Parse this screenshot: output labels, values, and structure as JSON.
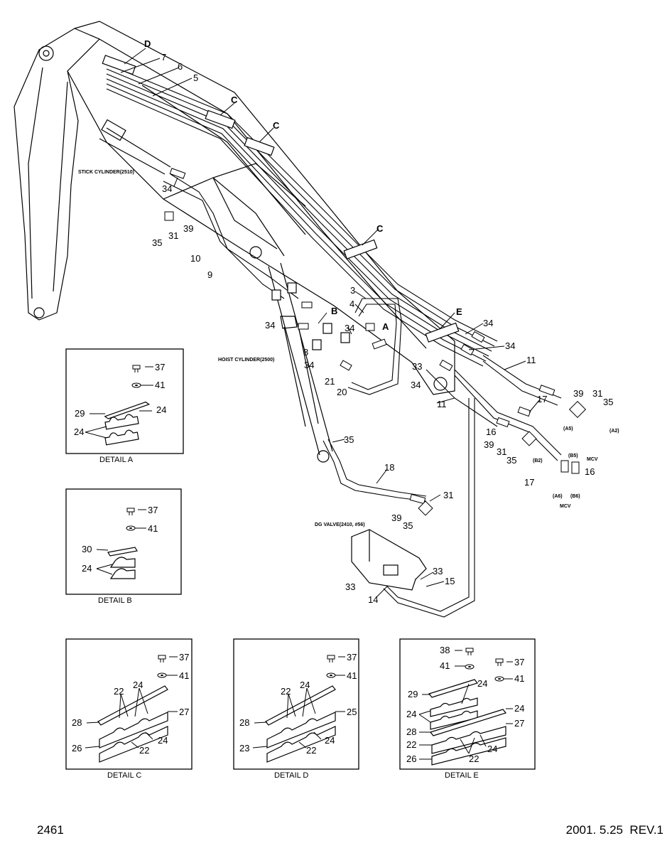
{
  "footer": {
    "page_number": "2461",
    "date_revision": "2001. 5.25  REV.1"
  },
  "annotations": {
    "stick_cylinder": "STICK CYLINDER(2510)",
    "hoist_cylinder": "HOIST CYLINDER(2500)",
    "dg_valve": "DG VALVE(2410, #56)",
    "mcv_1": "MCV",
    "mcv_2": "MCV",
    "a5": "(A5)",
    "b5": "(B5)",
    "a2": "(A2)",
    "b2": "(B2)",
    "a6": "(A6)",
    "b6": "(B6)"
  },
  "callouts": {
    "D": "D",
    "C1": "C",
    "C2": "C",
    "C3": "C",
    "A": "A",
    "B": "B",
    "E": "E",
    "n7": "7",
    "n6": "6",
    "n5": "5",
    "n34a": "34",
    "n35a": "35",
    "n31a": "31",
    "n39a": "39",
    "n10": "10",
    "n9": "9",
    "n3": "3",
    "n4": "4",
    "n34b": "34",
    "n8": "8",
    "n34c": "34",
    "n34d": "34",
    "n21": "21",
    "n20": "20",
    "n33a": "33",
    "n34e": "34",
    "n34f": "34",
    "n34g": "34",
    "n11a": "11",
    "n11b": "11",
    "n17a": "17",
    "n39b": "39",
    "n31b": "31",
    "n35b": "35",
    "n16a": "16",
    "n39c": "39",
    "n31c": "31",
    "n35c": "35",
    "n17b": "17",
    "n16b": "16",
    "n35d": "35",
    "n18": "18",
    "n31d": "31",
    "n39d": "39",
    "n35e": "35",
    "n33b": "33",
    "n33c": "33",
    "n15": "15",
    "n14": "14"
  },
  "details": {
    "A": {
      "caption": "DETAIL A",
      "l37": "37",
      "l41": "41",
      "l29": "29",
      "l24a": "24",
      "l24b": "24"
    },
    "B": {
      "caption": "DETAIL B",
      "l37": "37",
      "l41": "41",
      "l30": "30",
      "l24": "24"
    },
    "C": {
      "caption": "DETAIL C",
      "l37": "37",
      "l41": "41",
      "l22a": "22",
      "l24a": "24",
      "l28": "28",
      "l27": "27",
      "l24b": "24",
      "l26": "26",
      "l22b": "22"
    },
    "D": {
      "caption": "DETAIL D",
      "l37": "37",
      "l41": "41",
      "l22a": "22",
      "l24a": "24",
      "l28": "28",
      "l25": "25",
      "l24b": "24",
      "l23": "23",
      "l22b": "22"
    },
    "E": {
      "caption": "DETAIL E",
      "l38": "38",
      "l37": "37",
      "l41a": "41",
      "l41b": "41",
      "l29": "29",
      "l24a": "24",
      "l24b": "24",
      "l24c": "24",
      "l28": "28",
      "l27": "27",
      "l22a": "22",
      "l24d": "24",
      "l26": "26",
      "l22b": "22"
    }
  }
}
